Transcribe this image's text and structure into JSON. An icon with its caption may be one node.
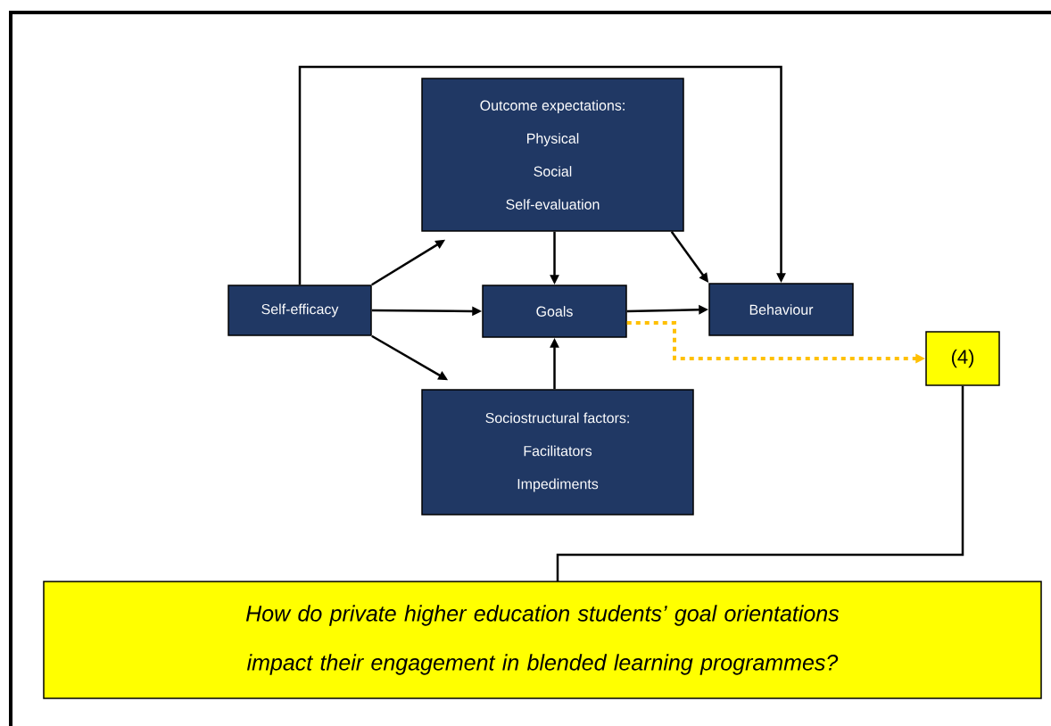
{
  "diagram": {
    "nodes": [
      {
        "text": [
          "Self-efficacy"
        ]
      },
      {
        "text": [
          "Outcome expectations:",
          "Physical",
          "Social",
          "Self-evaluation"
        ]
      },
      {
        "text": [
          "Goals"
        ]
      },
      {
        "text": [
          "Behaviour"
        ]
      },
      {
        "text": [
          "Sociostructural factors:",
          "Facilitators",
          "Impediments"
        ]
      },
      {
        "text": [
          "(4)"
        ]
      },
      {
        "text": [
          "How do private higher education students’ goal orientations impact their engagement in blended learning programmes?"
        ]
      }
    ],
    "edges": [
      {
        "from": 0,
        "to": 3,
        "arrow": "to"
      },
      {
        "from": 0,
        "to": 1,
        "arrow": "to"
      },
      {
        "from": 0,
        "to": 2,
        "arrow": "to"
      },
      {
        "from": 0,
        "to": 4,
        "arrow": "to"
      },
      {
        "from": 1,
        "to": 2,
        "arrow": "to"
      },
      {
        "from": 1,
        "to": 3,
        "arrow": "to"
      },
      {
        "from": 4,
        "to": 2,
        "arrow": "to"
      },
      {
        "from": 2,
        "to": 3,
        "arrow": "to"
      },
      {
        "from": 2,
        "to": 5,
        "arrow": "to",
        "style": "dashed",
        "color": "#ffc000"
      },
      {
        "from": 5,
        "to": 6,
        "arrow": "none"
      }
    ]
  }
}
